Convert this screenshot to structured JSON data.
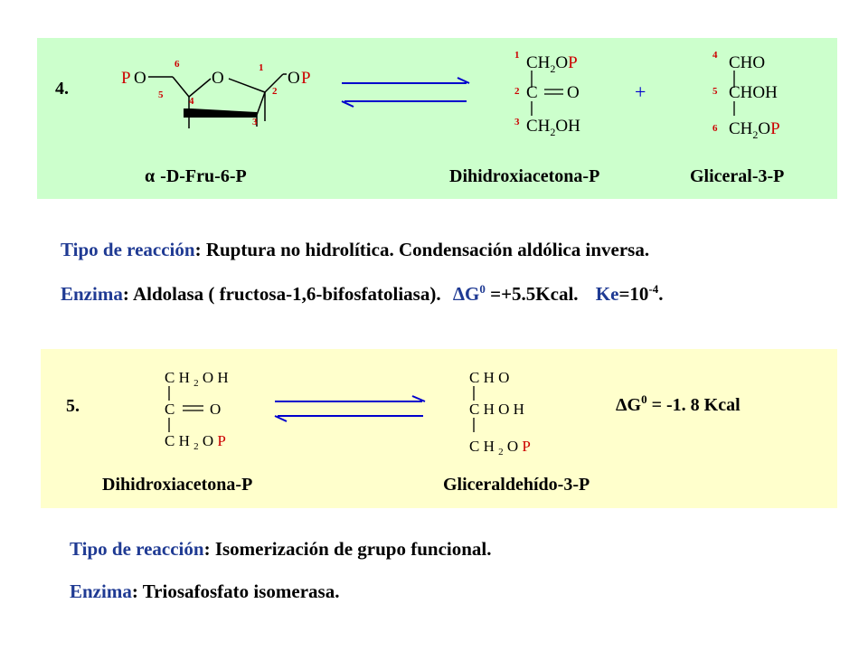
{
  "reaction4": {
    "number": "4.",
    "reactant_label_alpha": "α",
    "reactant_label": "-D-Fru-6-P",
    "product1_label": "Dihidroxiacetona-P",
    "product2_label": "Gliceral-3-P",
    "plus": "+",
    "ring": {
      "P": "P",
      "O_left": "O",
      "O_ring": "O",
      "O_right": "O",
      "P_right": "P",
      "n6": "6",
      "n5": "5",
      "n4": "4",
      "n3": "3",
      "n2": "2",
      "n1": "1"
    },
    "dhap": {
      "n1": "1",
      "n2": "2",
      "n3": "3",
      "r1": "CH",
      "r1_sub": "2",
      "r1_tail": "O",
      "r1_P": "P",
      "r2": "C",
      "r2_O": "O",
      "r3": "CH",
      "r3_sub": "2",
      "r3_tail": "OH"
    },
    "g3p": {
      "n4": "4",
      "n5": "5",
      "n6": "6",
      "r1": "CHO",
      "r2": "CHOH",
      "r3": "CH",
      "r3_sub": "2",
      "r3_tail": "O",
      "r3_P": "P"
    }
  },
  "text4": {
    "tipo_label": "Tipo de reacción",
    "tipo_colon": ": ",
    "tipo_value": "Ruptura no hidrolítica. Condensación aldólica inversa.",
    "enzima_label": "Enzima",
    "enzima_colon": ": ",
    "enzima_value": "Aldolasa ( fructosa-1,6-bifosfatoliasa).",
    "delta": "ΔG",
    "delta_sup": "0",
    "delta_value": " =+5.5Kcal.",
    "ke_label": "Ke",
    "ke_eq": "=10",
    "ke_sup": "-4",
    "ke_end": "."
  },
  "reaction5": {
    "number": "5.",
    "reactant_label": "Dihidroxiacetona-P",
    "product_label": "Gliceraldehído-3-P",
    "delta": "ΔG",
    "delta_sup": "0",
    "delta_value": " = -1. 8 Kcal",
    "dhap": {
      "r1": "C H ",
      "r1_sub": "2",
      "r1_tail": " O H",
      "r2": "C",
      "r2_O": "O",
      "r3": "C H ",
      "r3_sub": "2",
      "r3_tail": " O ",
      "r3_P": "P"
    },
    "g3p": {
      "r1": "C H O",
      "r2": "C H O H",
      "r3": "C H ",
      "r3_sub": "2",
      "r3_tail": " O ",
      "r3_P": "P"
    }
  },
  "text5": {
    "tipo_label": "Tipo de reacción",
    "tipo_colon": ": ",
    "tipo_value": "Isomerización de grupo funcional.",
    "enzima_label": "Enzima",
    "enzima_colon": ": ",
    "enzima_value": "Triosafosfato isomerasa."
  },
  "colors": {
    "panel4": "#ccffcc",
    "panel5": "#ffffcc",
    "label_blue": "#1f3a93",
    "phosphate_red": "#cc0000",
    "arrow_blue": "#000080"
  }
}
